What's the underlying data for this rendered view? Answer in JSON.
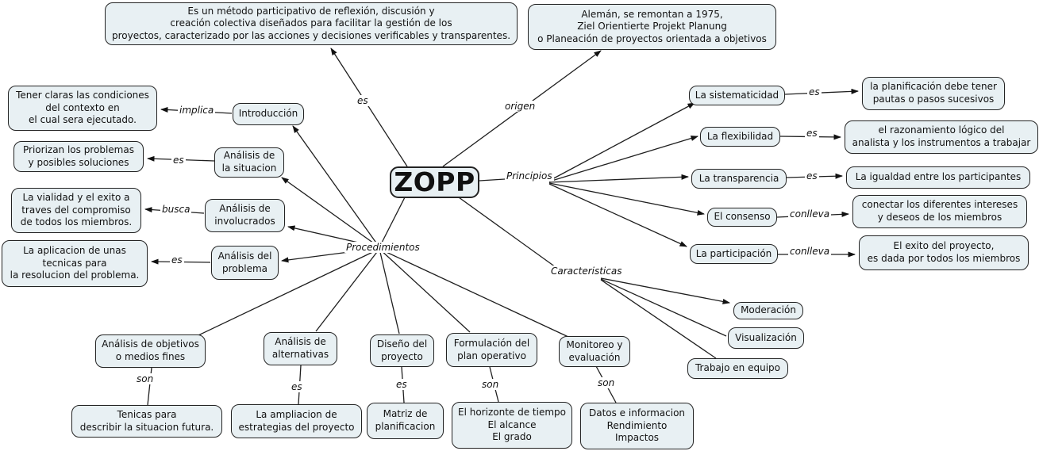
{
  "map_title": "ZOPP",
  "colors": {
    "node_fill": "#e8f0f3",
    "node_border": "#232323",
    "connector": "#1f1f1f",
    "background": "#ffffff",
    "text": "#111111"
  },
  "nodes": {
    "zopp": "ZOPP",
    "definicion": "Es un método participativo de reflexión, discusión y\ncreación colectiva diseñados para facilitar la gestión de los\nproyectos, caracterizado por las acciones y decisiones verificables y transparentes.",
    "origen_info": "Alemán, se remontan a 1975,\nZiel Orientierte Projekt Planung\no Planeación de proyectos orientada a objetivos",
    "introduccion": "Introducción",
    "introduccion_detalle": "Tener claras las condiciones\ndel contexto en\nel cual sera ejecutado.",
    "analisis_situacion": "Análisis de\nla situacion",
    "situacion_detalle": "Priorizan los problemas\ny posibles soluciones",
    "analisis_involucrados": "Análisis de\ninvolucrados",
    "involucrados_detalle": "La vialidad y el exito a\ntraves del compromiso\nde todos los miembros.",
    "analisis_problema": "Análisis del\nproblema",
    "problema_detalle": "La aplicacion de unas\ntecnicas para\nla resolucion del problema.",
    "sistematicidad": "La sistematicidad",
    "sistematicidad_detalle": "la planificación debe tener\npautas o pasos sucesivos",
    "flexibilidad": "La flexibilidad",
    "flexibilidad_detalle": "el razonamiento lógico del\nanalista y los instrumentos a trabajar",
    "transparencia": "La transparencia",
    "transparencia_detalle": "La igualdad entre los participantes",
    "consenso": "El consenso",
    "consenso_detalle": "conectar los diferentes intereses\ny deseos de los miembros",
    "participacion": "La participación",
    "participacion_detalle": "El exito del proyecto,\nes dada por todos los miembros",
    "moderacion": "Moderación",
    "visualizacion": "Visualización",
    "trabajo_equipo": "Trabajo en equipo",
    "analisis_objetivos": "Análisis de objetivos\no medios fines",
    "objetivos_detalle": "Tenicas para\ndescribir la situacion futura.",
    "analisis_alternativas": "Análisis de\nalternativas",
    "alternativas_detalle": "La ampliacion de\nestrategias del proyecto",
    "diseno_proyecto": "Diseño del\nproyecto",
    "diseno_detalle": "Matriz de\nplanificacion",
    "formulacion_plan": "Formulación del\nplan operativo",
    "formulacion_detalle": "El horizonte de tiempo\nEl alcance\nEl grado",
    "monitoreo": "Monitoreo y\nevaluación",
    "monitoreo_detalle": "Datos e informacion\nRendimiento\nImpactos"
  },
  "link_labels": {
    "es_definicion": "es",
    "origen": "origen",
    "principios": "Principios",
    "procedimientos": "Procedimientos",
    "caracteristicas": "Caracteristicas",
    "implica": "implica",
    "es_situacion": "es",
    "busca": "busca",
    "es_problema": "es",
    "es_sistematicidad": "es",
    "es_flexibilidad": "es",
    "es_transparencia": "es",
    "conlleva_consenso": "conlleva",
    "conlleva_participacion": "conlleva",
    "son_objetivos": "son",
    "es_alternativas": "es",
    "es_diseno": "es",
    "son_formulacion": "son",
    "son_monitoreo": "son"
  }
}
